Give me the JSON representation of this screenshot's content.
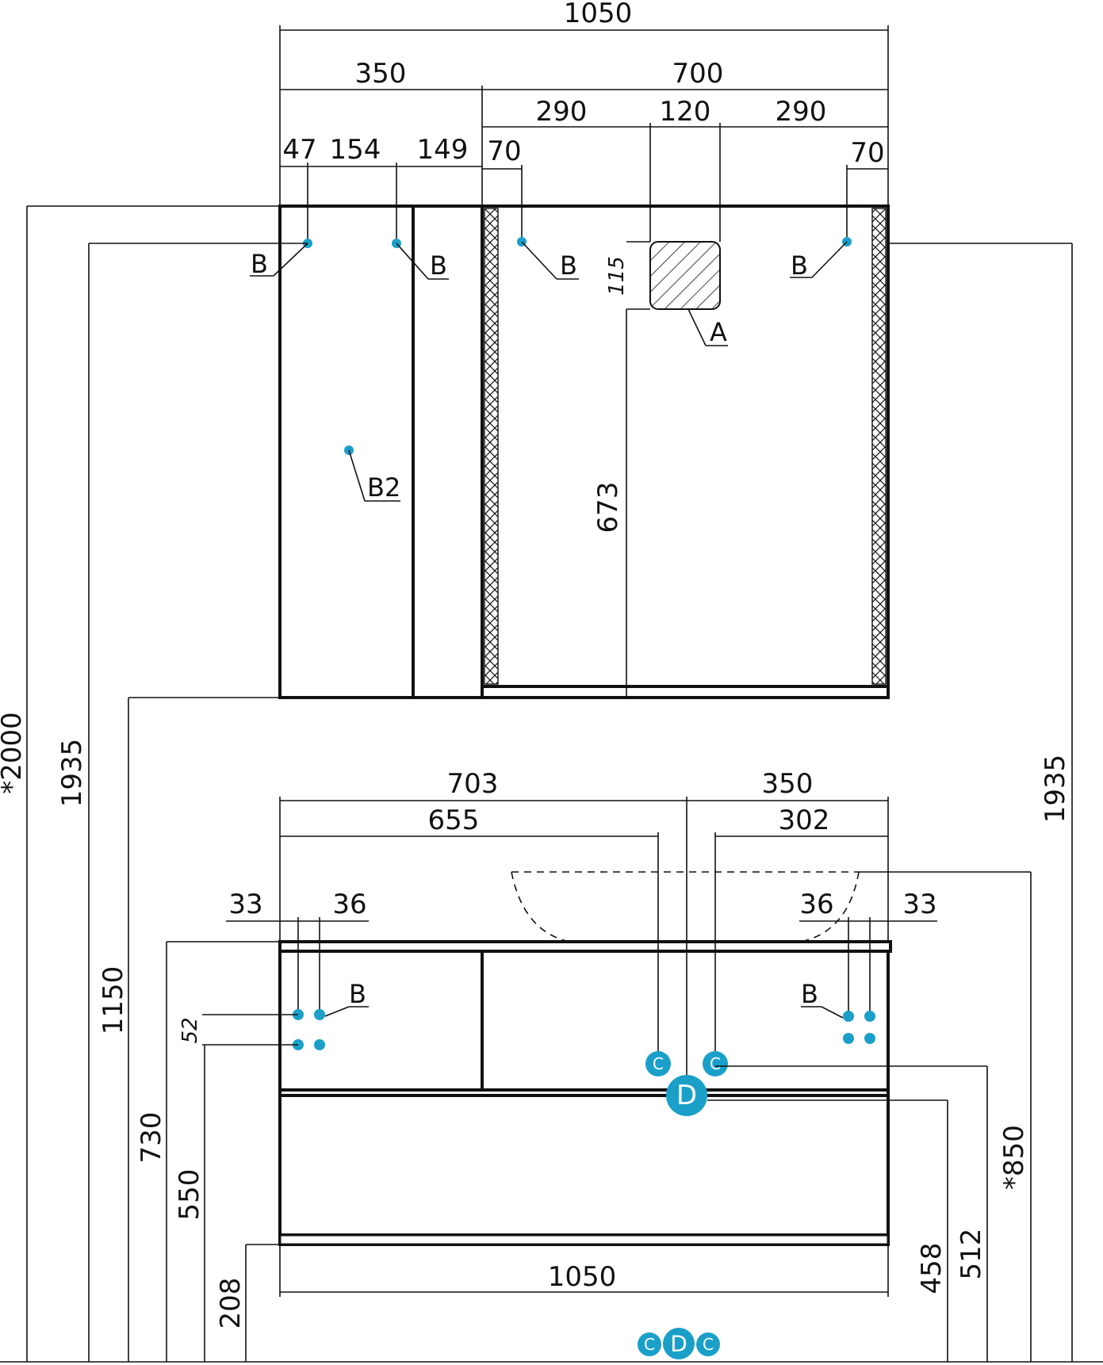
{
  "colors": {
    "line": "#111111",
    "marker": "#1aa0c8",
    "background": "#ffffff"
  },
  "top_dims": {
    "overall": "1050",
    "left_block": "350",
    "right_block": "700",
    "right_split_a": "290",
    "right_split_mid": "120",
    "right_split_b": "290",
    "left_a": "47",
    "left_b": "154",
    "left_c": "149",
    "right_off_left": "70",
    "right_off_right": "70",
    "socket_height": "115",
    "mirror_socket_drop": "673"
  },
  "labels": {
    "b": "B",
    "b2": "B2",
    "a": "A",
    "c": "C",
    "d": "D"
  },
  "bottom_dims": {
    "to_center": "703",
    "to_left_pipe": "655",
    "right_block": "350",
    "right_pipe": "302",
    "left_off_a": "33",
    "left_off_b": "36",
    "right_off_a": "36",
    "right_off_b": "33",
    "mount_spacing": "52",
    "width": "1050",
    "top_height": "730",
    "mount_height": "550",
    "plinth_height": "208",
    "drain_height": "458",
    "water_height": "512",
    "basin_height": "*850"
  },
  "side_dims": {
    "total_height": "*2000",
    "mount_left": "1935",
    "mirror_bottom": "1150",
    "mount_right": "1935"
  }
}
